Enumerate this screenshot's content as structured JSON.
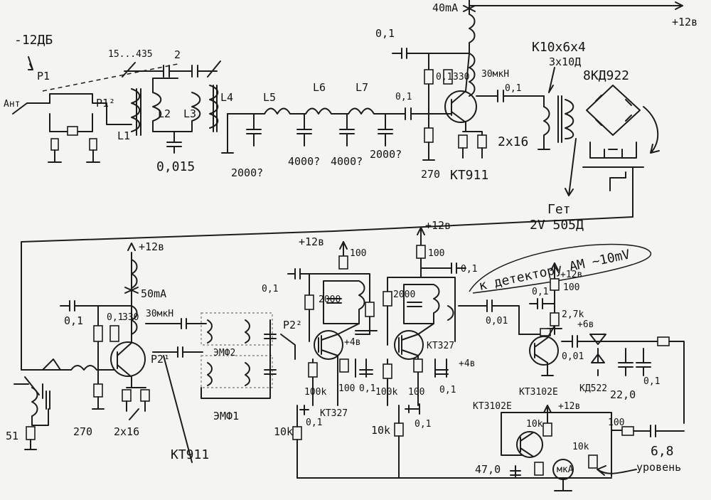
{
  "title": "",
  "top_circuit": {
    "supply_in": "-12ДБ",
    "relay_p1": "P1",
    "relay_p1_2": "P1²",
    "antenna": "Ант",
    "trimmer_range": "15...435",
    "cap_2": "2",
    "l1": "L1",
    "l2": "L2",
    "l3": "L3",
    "l4": "L4",
    "l5": "L5",
    "l6": "L6",
    "l7": "L7",
    "cap_0015": "0,015",
    "cap_2000a": "2000?",
    "cap_4000a": "4000?",
    "cap_4000b": "4000?",
    "cap_2000b": "2000?",
    "cap_01_in": "0,1",
    "cap_01_top": "0,1",
    "cap_01_out": "0,1",
    "res_01": "0,1",
    "res_330": "330",
    "choke_30uh": "30мкН",
    "current_40ma": "40mA",
    "supply_12v": "+12в",
    "res_270": "270",
    "res_2x16": "2x16",
    "transistor": "KT911",
    "core": "K10x6x4",
    "winding": "3x10Д",
    "bridge": "8КД922",
    "generator": "Гет",
    "generator_model": "2V 505Д"
  },
  "bottom_circuit": {
    "supply_12v_left": "+12в",
    "current_50ma": "50mA",
    "cap_01_left": "0,1",
    "res_01_left": "0,1",
    "res_330_left": "330",
    "choke_left": "30мкН",
    "res_51": "51",
    "res_270_left": "270",
    "res_2x16_left": "2x16",
    "transistor_left": "KT911",
    "relay_p2_1": "P2¹",
    "relay_p2_2": "P2²",
    "filter_a": "ЭМФ2",
    "filter_b": "ЭМФ1",
    "supply_12v_mid": "+12в",
    "res_100_a": "100",
    "cap_01_mid": "0,1",
    "cap_2000_mid": "2000",
    "bias_4v": "+4в",
    "res_100k_a": "100k",
    "res_100_b": "100",
    "cap_01_b": "0,1",
    "res_10k_a": "10k",
    "cap_01_c": "0,1",
    "transistor_mid": "KT327",
    "supply_12v_right": "+12в",
    "res_100_c": "100",
    "cap_01_right": "0,1",
    "cap_2000_right": "2000",
    "transistor_right": "KT327",
    "bias_4v_b": "+4в",
    "res_100k_b": "100k",
    "res_100_d": "100",
    "cap_01_d": "0,1",
    "res_10k_b": "10k",
    "cap_01_e": "0,1",
    "detector_note": "к детектору АМ ~10mV",
    "supply_12v_det": "+12в",
    "res_100_det": "100",
    "cap_01_det": "0,1",
    "res_27k": "2,7k",
    "bias_6v": "+6в",
    "cap_001_a": "0,01",
    "cap_001_b": "0,01",
    "diode": "КД522",
    "cap_220": "22,0",
    "cap_01_f": "0,1",
    "transistor_pair_a": "KT3102E",
    "transistor_pair_b": "KT3102E",
    "supply_12v_bot": "+12в",
    "res_10k_c": "10k",
    "res_10k_d": "10k",
    "res_100_e": "100",
    "cap_47": "47,0",
    "cap_68": "6,8",
    "level_meter": "уровень",
    "meter": "мкА"
  }
}
